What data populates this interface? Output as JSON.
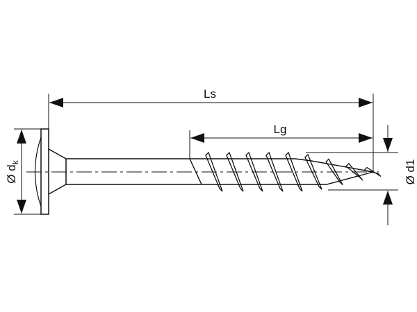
{
  "diagram": {
    "subject": "screw",
    "labels": {
      "overall_length": "Ls",
      "thread_length": "Lg",
      "head_diameter_symbol": "Ø d",
      "head_diameter_subscript": "k",
      "thread_diameter": "Ø d1"
    },
    "colors": {
      "line": "#111111",
      "background": "#ffffff"
    }
  }
}
